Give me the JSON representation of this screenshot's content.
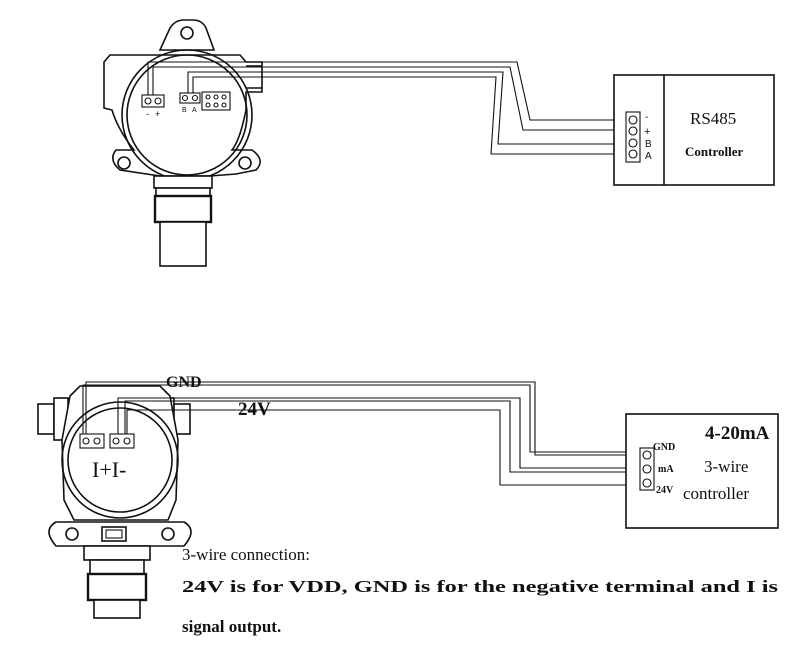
{
  "top": {
    "sensor_terminals_power": [
      "-",
      "+"
    ],
    "sensor_terminals_bus": [
      "B",
      "A"
    ],
    "controller_pins": [
      "-",
      "+",
      "B",
      "A"
    ],
    "controller_title": "RS485",
    "controller_label": "Controller"
  },
  "bottom": {
    "wire_gnd": "GND",
    "wire_24v": "24V",
    "sensor_face_text": "I+I-",
    "controller_pins": [
      "GND",
      "mA",
      "24V"
    ],
    "controller_title": "4-20mA",
    "controller_line1": "3-wire",
    "controller_line2": "controller"
  },
  "caption": {
    "title": "3-wire connection:",
    "line1": "24V is for VDD, GND is for the negative terminal and I  is",
    "line2": "signal output."
  }
}
